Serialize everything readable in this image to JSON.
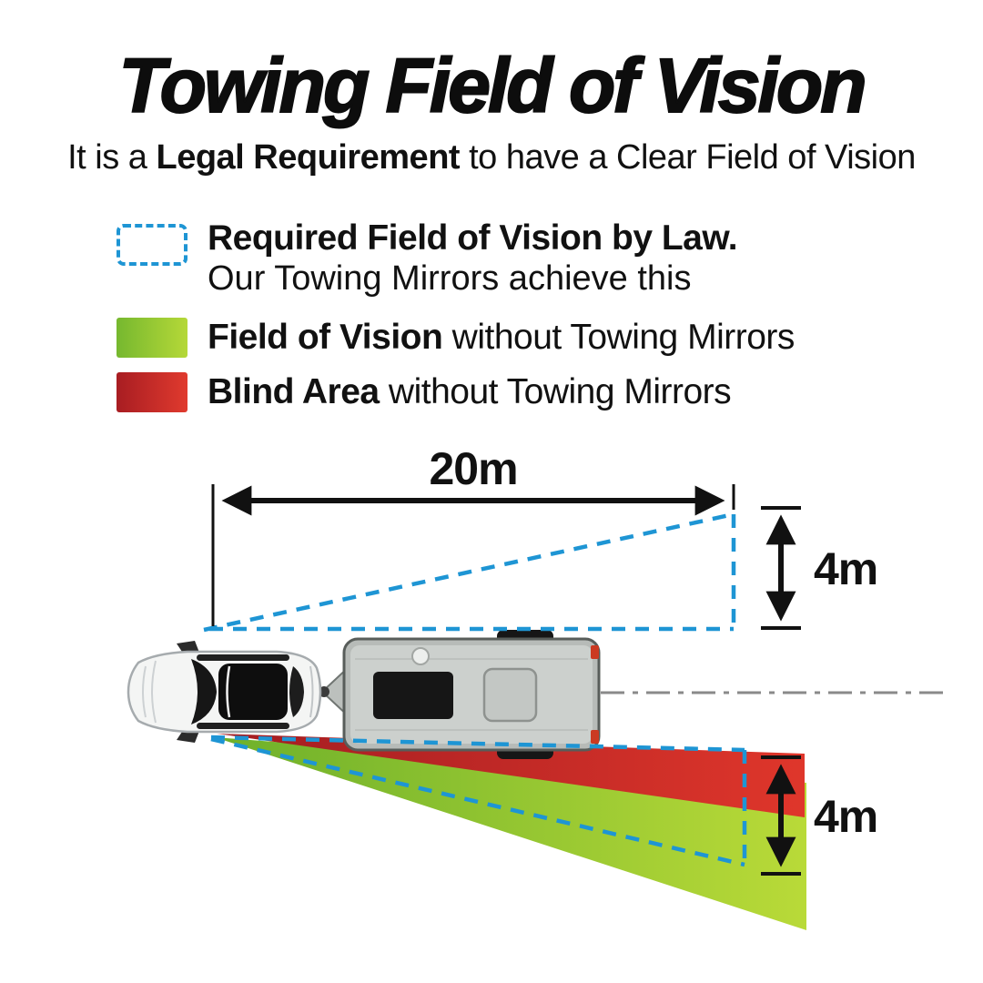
{
  "title": "Towing Field of Vision",
  "subtitle": {
    "pre": "It is a ",
    "bold": "Legal Requirement",
    "post": " to have a Clear Field of Vision"
  },
  "legend": {
    "required": {
      "line1": "Required Field of Vision by Law.",
      "line2": "Our Towing Mirrors achieve this"
    },
    "fov": {
      "bold": "Field of Vision",
      "rest": " without Towing Mirrors"
    },
    "blind": {
      "bold": "Blind Area",
      "rest": " without Towing Mirrors"
    }
  },
  "diagram": {
    "distance_label": "20m",
    "top_height_label": "4m",
    "bottom_height_label": "4m"
  },
  "colors": {
    "dashed_blue": "#1e95d4",
    "green": "#8dc63f",
    "red": "#cf2127",
    "black": "#111111"
  }
}
